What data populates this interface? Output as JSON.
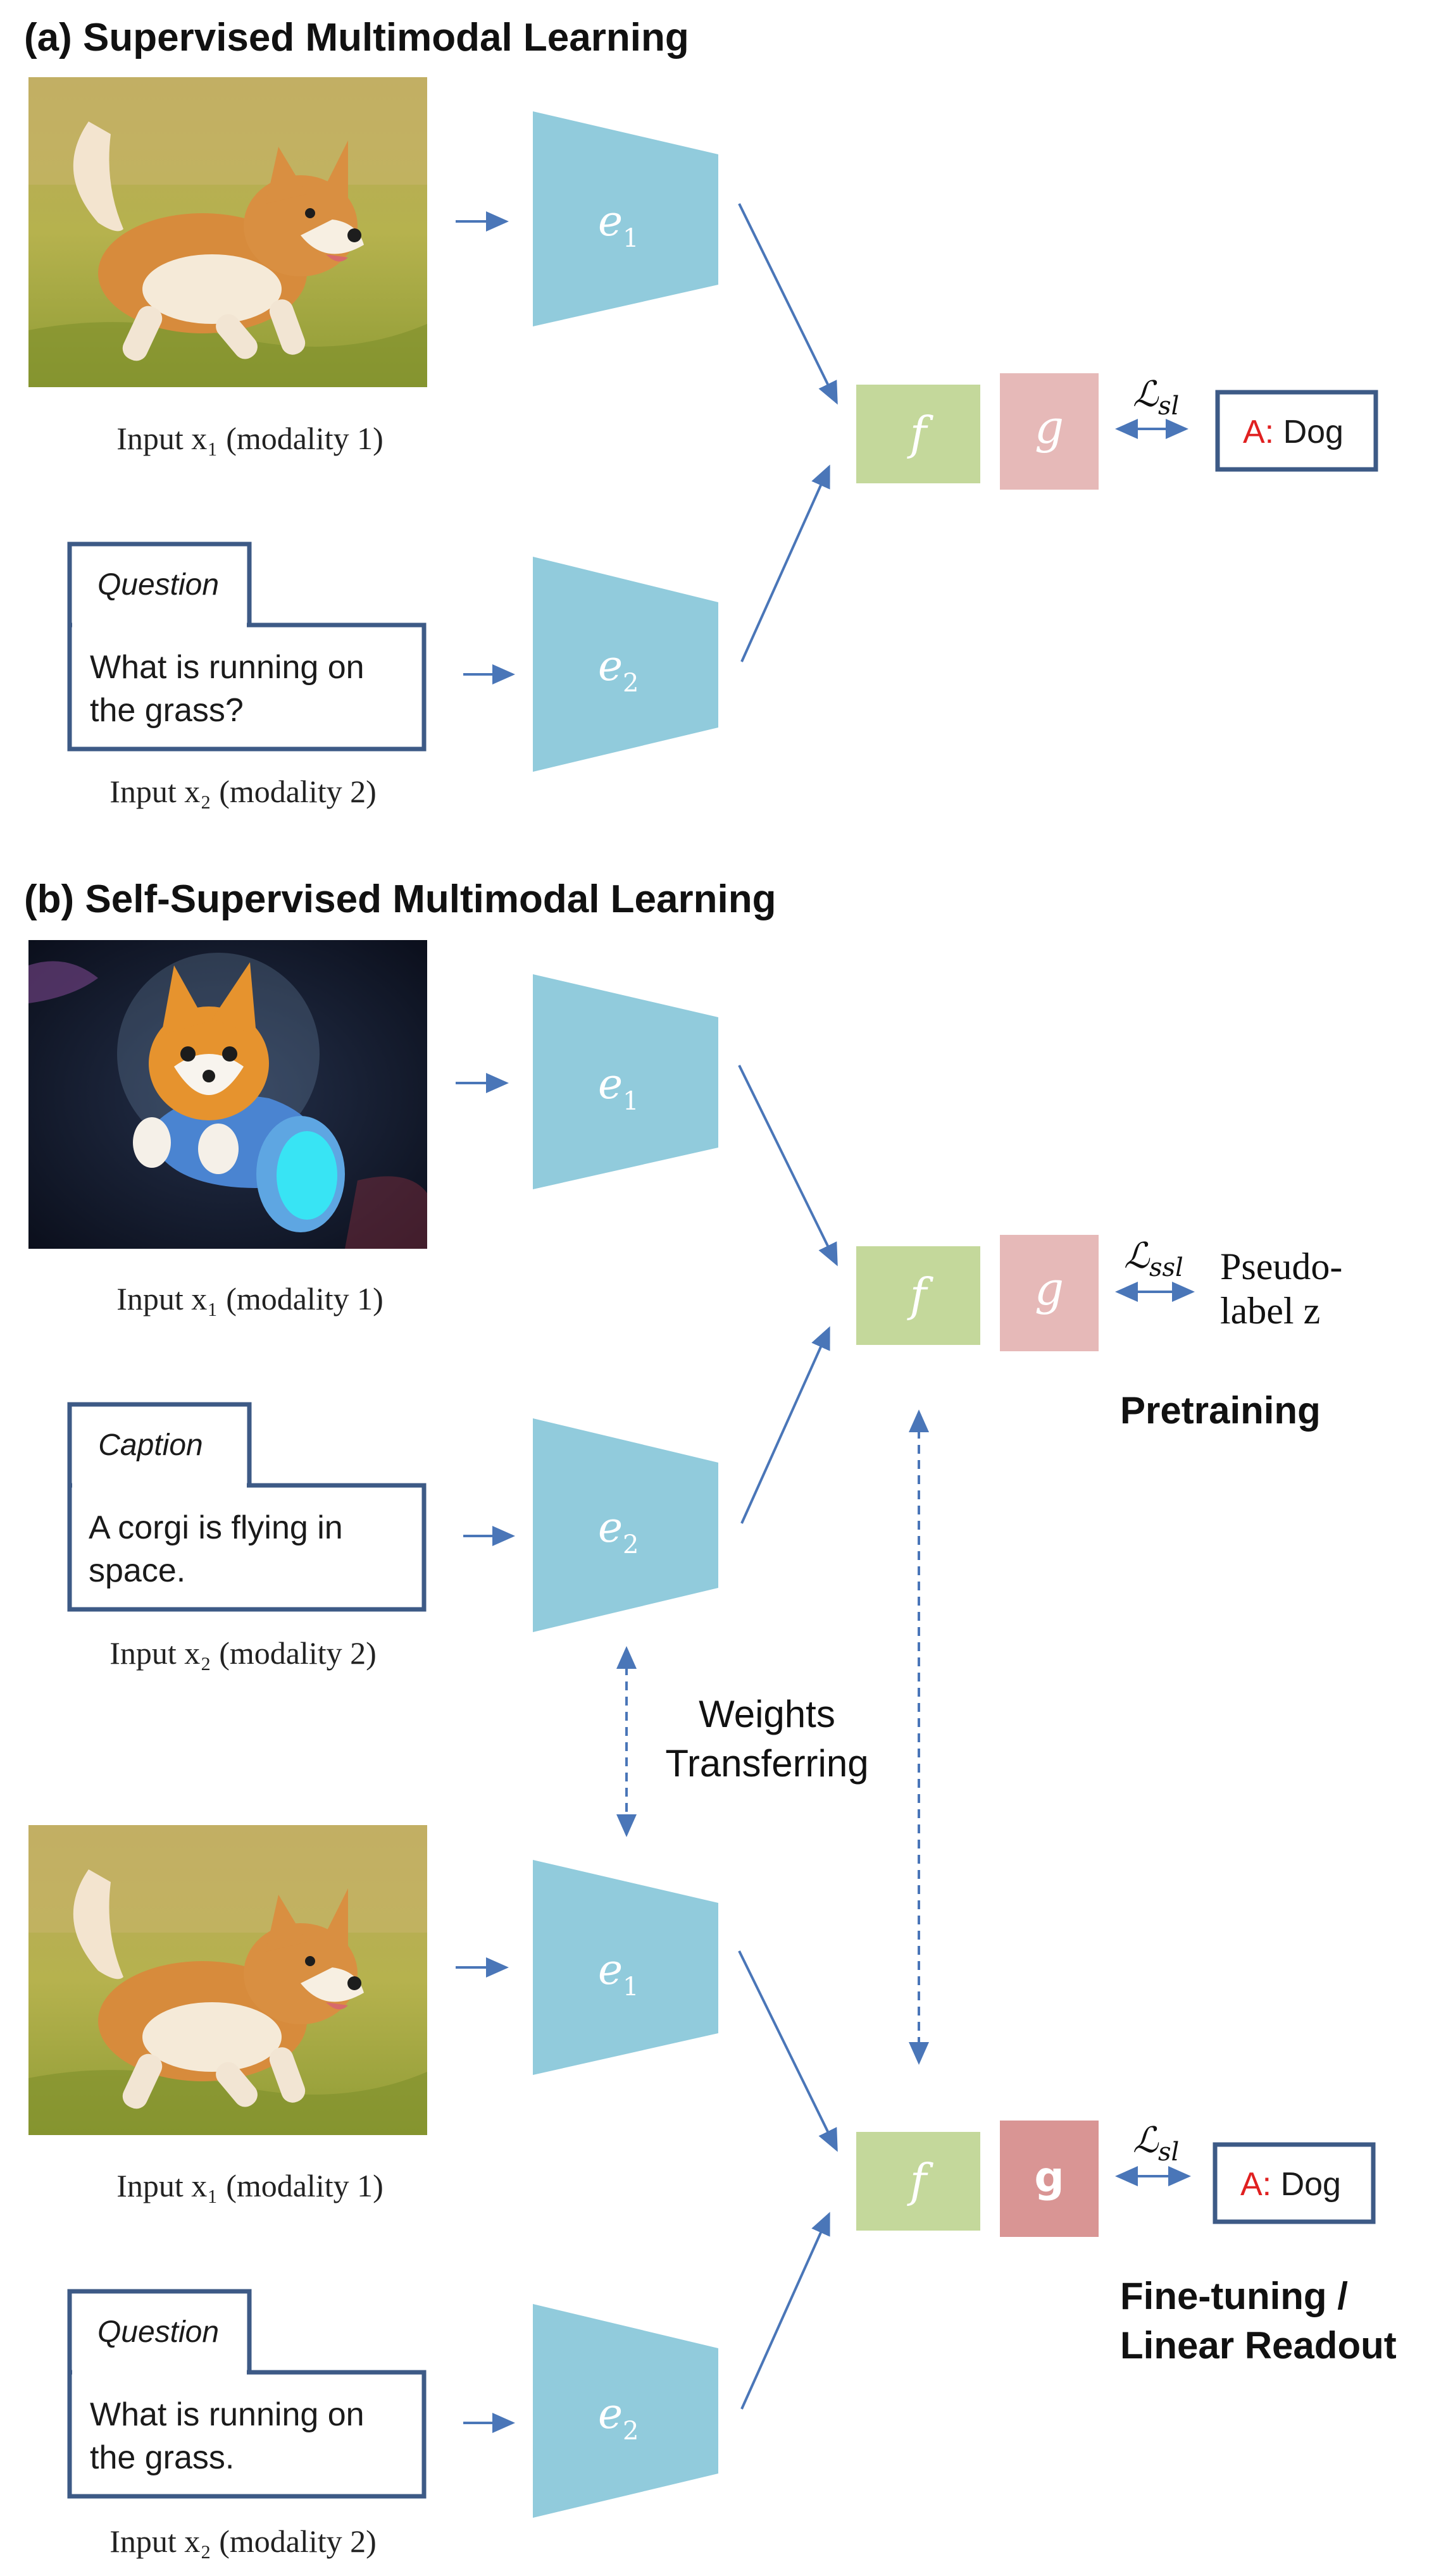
{
  "section_a": {
    "title": "(a) Supervised Multimodal Learning",
    "input1_caption": "Input x₁ (modality 1)",
    "question_tab": "Question",
    "question_line1": "What is running on",
    "question_line2": "the grass?",
    "input2_caption": "Input x₂ (modality 2)",
    "encoder1": {
      "label": "e",
      "sub": "1"
    },
    "encoder2": {
      "label": "e",
      "sub": "2"
    },
    "f_label": "f",
    "g_label": "g",
    "loss": {
      "symbol": "ℒ",
      "sub": "sl"
    },
    "answer_prefix": "A:",
    "answer_value": " Dog"
  },
  "section_b": {
    "title": "(b) Self-Supervised Multimodal Learning",
    "pretrain": {
      "input1_caption": "Input x₁ (modality 1)",
      "caption_tab": "Caption",
      "caption_line1": "A corgi is flying in",
      "caption_line2": "space.",
      "input2_caption": "Input x₂ (modality 2)",
      "encoder1": {
        "label": "e",
        "sub": "1"
      },
      "encoder2": {
        "label": "e",
        "sub": "2"
      },
      "f_label": "f",
      "g_label": "g",
      "loss": {
        "symbol": "ℒ",
        "sub": "ssl"
      },
      "pseudo_line1": "Pseudo-",
      "pseudo_line2": "label z",
      "stage_label": "Pretraining"
    },
    "transfer_line1": "Weights",
    "transfer_line2": "Transferring",
    "finetune": {
      "input1_caption": "Input x₁ (modality 1)",
      "question_tab": "Question",
      "question_line1": "What is running on",
      "question_line2": "the grass.",
      "input2_caption": "Input x₂ (modality 2)",
      "encoder1": {
        "label": "e",
        "sub": "1"
      },
      "encoder2": {
        "label": "e",
        "sub": "2"
      },
      "f_label": "f",
      "g_label": "g",
      "loss": {
        "symbol": "ℒ",
        "sub": "sl"
      },
      "answer_prefix": "A:",
      "answer_value": " Dog",
      "stage_line1": "Fine-tuning /",
      "stage_line2": "Linear Readout"
    }
  },
  "colors": {
    "encoder": "#91cbdc",
    "f_box": "#c4d89b",
    "g_box": "#e6b9b8",
    "g_box_finetune": "#d99594",
    "arrow": "#4a76b8",
    "box_border": "#3d5a86",
    "answer_prefix": "#e02020"
  },
  "icons": [
    "corgi-running-photo",
    "corgi-space-illustration"
  ]
}
